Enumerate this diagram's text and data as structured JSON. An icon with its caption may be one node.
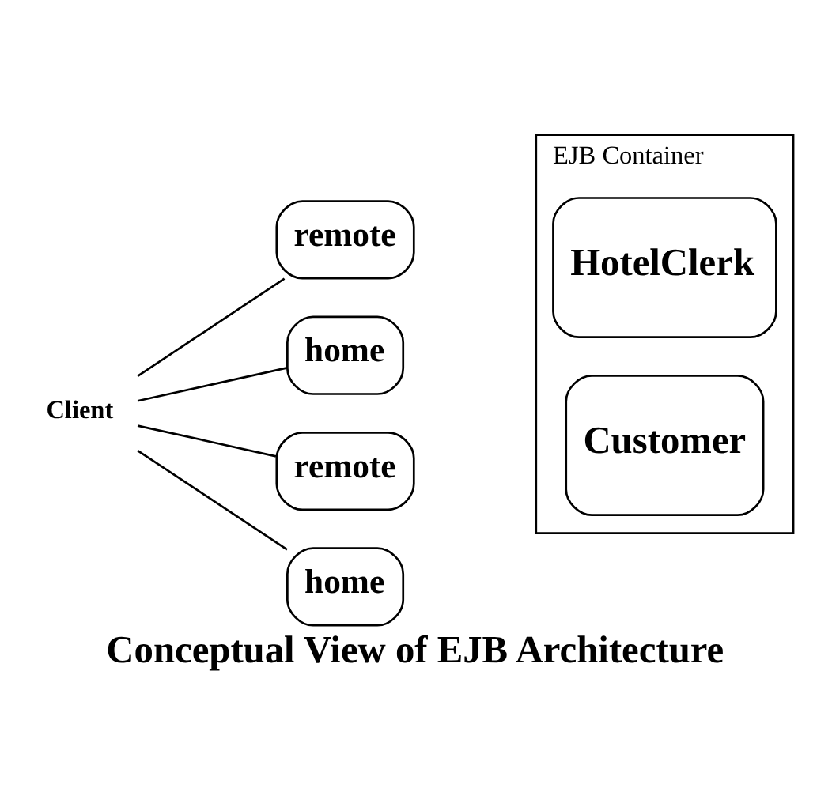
{
  "diagram": {
    "caption": "Conceptual View of EJB Architecture",
    "nodes": [
      {
        "text": [
          "EJB Container"
        ]
      },
      {
        "text": [
          "Client"
        ]
      },
      {
        "text": [
          "remote"
        ]
      },
      {
        "text": [
          "home"
        ]
      },
      {
        "text": [
          "HotelClerk"
        ],
        "in": 0
      },
      {
        "text": [
          "remote"
        ]
      },
      {
        "text": [
          "home"
        ]
      },
      {
        "text": [
          "Customer"
        ],
        "in": 0
      }
    ],
    "edges": [
      {
        "from": 1,
        "to": 2,
        "arrow": "none"
      },
      {
        "from": 1,
        "to": 3,
        "arrow": "none"
      },
      {
        "from": 1,
        "to": 5,
        "arrow": "none"
      },
      {
        "from": 1,
        "to": 6,
        "arrow": "none"
      }
    ]
  }
}
